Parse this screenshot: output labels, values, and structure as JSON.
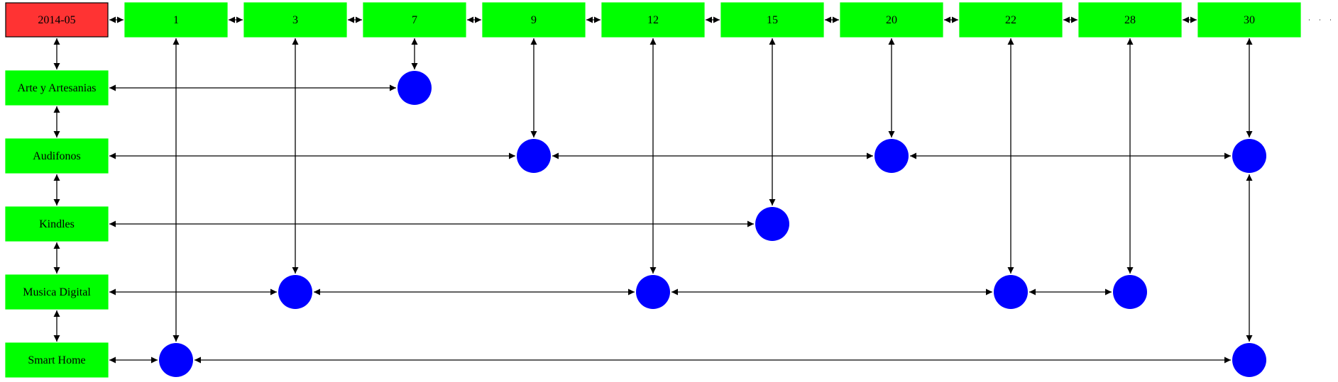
{
  "month": "2014-05",
  "days": [
    "1",
    "3",
    "7",
    "9",
    "12",
    "15",
    "20",
    "22",
    "28",
    "30"
  ],
  "categories": [
    "Arte y Artesanias",
    "Audifonos",
    "Kindles",
    "Musica Digital",
    "Smart Home"
  ],
  "entries": [
    {
      "category": "Arte y Artesanias",
      "days": [
        "7"
      ]
    },
    {
      "category": "Audifonos",
      "days": [
        "9",
        "20",
        "30"
      ]
    },
    {
      "category": "Kindles",
      "days": [
        "15"
      ]
    },
    {
      "category": "Musica Digital",
      "days": [
        "3",
        "12",
        "22",
        "28"
      ]
    },
    {
      "category": "Smart Home",
      "days": [
        "1",
        "30"
      ]
    }
  ],
  "colors": {
    "month_box": "#ff3333",
    "node_box": "#00ff00",
    "event_dot": "#0000ff",
    "edge": "#000000"
  }
}
